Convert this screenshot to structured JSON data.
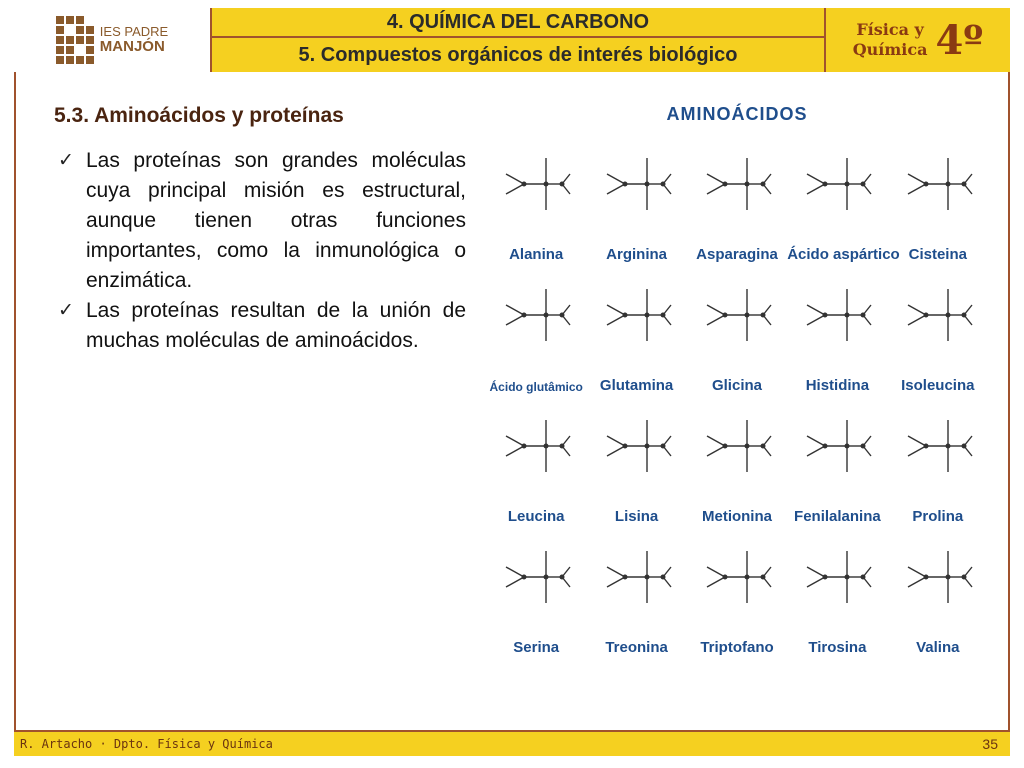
{
  "header": {
    "logo_line1": "IES PADRE",
    "logo_line2": "MANJÓN",
    "title": "4. QUÍMICA DEL CARBONO",
    "subtitle": "5. Compuestos orgánicos de interés biológico",
    "subject_line1": "Física y",
    "subject_line2": "Química",
    "grade": "4º"
  },
  "section": {
    "title": "5.3. Aminoácidos y proteínas",
    "bullets": [
      "Las proteínas son grandes moléculas cuya principal misión es estructural, aunque tienen otras funciones importantes, como la inmunológica o enzimática.",
      "Las proteínas resultan de la unión de muchas moléculas de aminoácidos."
    ]
  },
  "amino_panel": {
    "title": "AMINOÁCIDOS",
    "names": [
      "Alanina",
      "Arginina",
      "Asparagina",
      "Ácido aspártico",
      "Cisteina",
      "Ácido glutâmico",
      "Glutamina",
      "Glicina",
      "Histidina",
      "Isoleucina",
      "Leucina",
      "Lisina",
      "Metionina",
      "Fenilalanina",
      "Prolina",
      "Serina",
      "Treonina",
      "Triptofano",
      "Tirosina",
      "Valina"
    ]
  },
  "footer": {
    "author": "R. Artacho · Dpto. Física y Química",
    "page": "35"
  }
}
